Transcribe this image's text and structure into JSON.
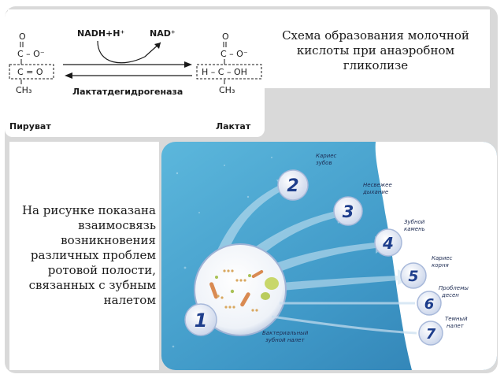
{
  "slide": {
    "schema_title": "Схема образования молочной кислоты при анаэробном гликолизе",
    "caption": "На рисунке показана взаимосвязь возникновения различных проблем ротовой полости, связанных с зубным налетом"
  },
  "reaction": {
    "cofactor_in": "NADH+H⁺",
    "cofactor_out": "NAD⁺",
    "enzyme": "Лактатдегидрогеназа",
    "pyruvate": {
      "line1": "O",
      "line2": "C – O⁻",
      "line3": "C = O",
      "line4": "CH₃",
      "name": "Пируват"
    },
    "lactate": {
      "line1": "O",
      "line2": "C – O⁻",
      "line3": "H – C – OH",
      "line4": "CH₃",
      "name": "Лактат"
    }
  },
  "diagram": {
    "center": {
      "number": "1",
      "label_line1": "Бактериальный",
      "label_line2": "зубной налет"
    },
    "problems": [
      {
        "number": "2",
        "line1": "Кариес",
        "line2": "зубов"
      },
      {
        "number": "3",
        "line1": "Несвежее",
        "line2": "дыхание"
      },
      {
        "number": "4",
        "line1": "Зубной",
        "line2": "камень"
      },
      {
        "number": "5",
        "line1": "Кариес",
        "line2": "корня"
      },
      {
        "number": "6",
        "line1": "Проблемы",
        "line2": "десен"
      },
      {
        "number": "7",
        "line1": "Темный",
        "line2": "налет"
      }
    ]
  },
  "colors": {
    "frame": "#d9d9d9",
    "background_blue": "#4fa6cf",
    "circle_fill": "#e8edf7",
    "number_color": "#1e3e8c",
    "arrow_color": "#3a3a3a"
  }
}
